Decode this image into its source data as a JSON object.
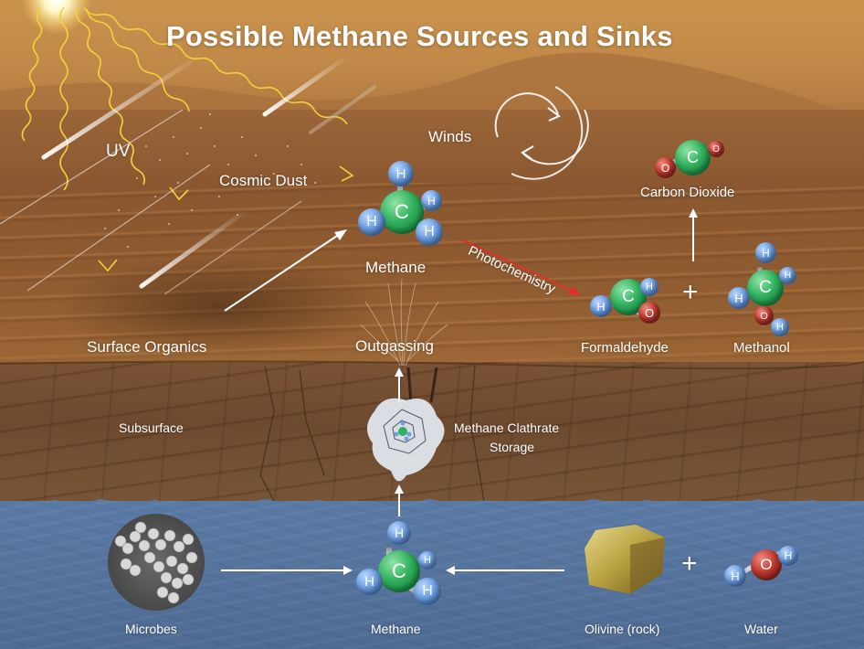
{
  "title": "Possible Methane Sources and Sinks",
  "colors": {
    "sky": "#c08848",
    "plain": "#8e5a30",
    "subsurface": "#6e4a2f",
    "water": "#55739c",
    "hydrogen": "#6e9fe0",
    "carbon": "#2fb05c",
    "oxygen": "#c0392f",
    "uv_wave": "#f2d23a",
    "photochem_arrow": "#e0302a",
    "text": "#ffffff"
  },
  "surface": {
    "uv_label": "UV",
    "cosmic_dust_label": "Cosmic Dust",
    "winds_label": "Winds",
    "methane_label": "Methane",
    "photochemistry_label": "Photochemistry",
    "carbon_dioxide_label": "Carbon Dioxide",
    "formaldehyde_label": "Formaldehyde",
    "plus_sign": "+",
    "methanol_label": "Methanol",
    "surface_organics_label": "Surface Organics",
    "outgassing_label": "Outgassing"
  },
  "subsurface": {
    "subsurface_label": "Subsurface",
    "clathrate_label_line1": "Methane Clathrate",
    "clathrate_label_line2": "Storage"
  },
  "water_layer": {
    "microbes_label": "Microbes",
    "methane_label": "Methane",
    "olivine_label": "Olivine (rock)",
    "plus_sign": "+",
    "water_label": "Water"
  },
  "atoms": {
    "H": "H",
    "C": "C",
    "O": "O"
  },
  "molecules": {
    "methane_surface": [
      "C",
      "H",
      "H",
      "H",
      "H"
    ],
    "carbon_dioxide": [
      "C",
      "O",
      "O"
    ],
    "formaldehyde": [
      "C",
      "H",
      "H",
      "O"
    ],
    "methanol": [
      "C",
      "H",
      "H",
      "H",
      "O",
      "H"
    ],
    "methane_subsurface": [
      "C",
      "H",
      "H",
      "H",
      "H"
    ],
    "water": [
      "O",
      "H",
      "H"
    ]
  }
}
